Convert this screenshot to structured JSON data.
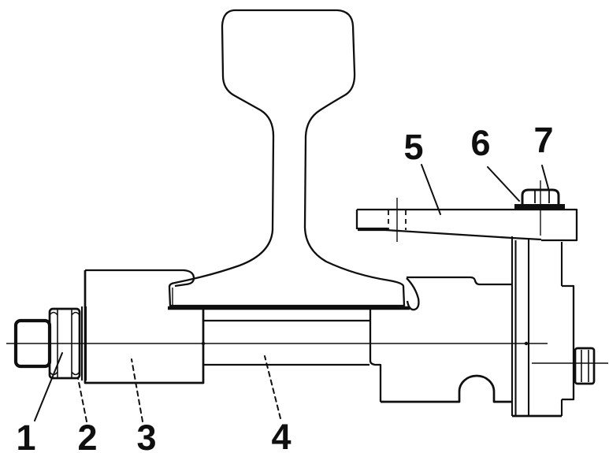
{
  "figure": {
    "background": "#ffffff",
    "line_color": "#0f0f0f",
    "type": "technical line drawing",
    "subject": "rail clamp fastening assembly cross-section"
  },
  "labels": [
    {
      "text": "1"
    },
    {
      "text": "2"
    },
    {
      "text": "3"
    },
    {
      "text": "4"
    },
    {
      "text": "5"
    },
    {
      "text": "6"
    },
    {
      "text": "7"
    }
  ]
}
